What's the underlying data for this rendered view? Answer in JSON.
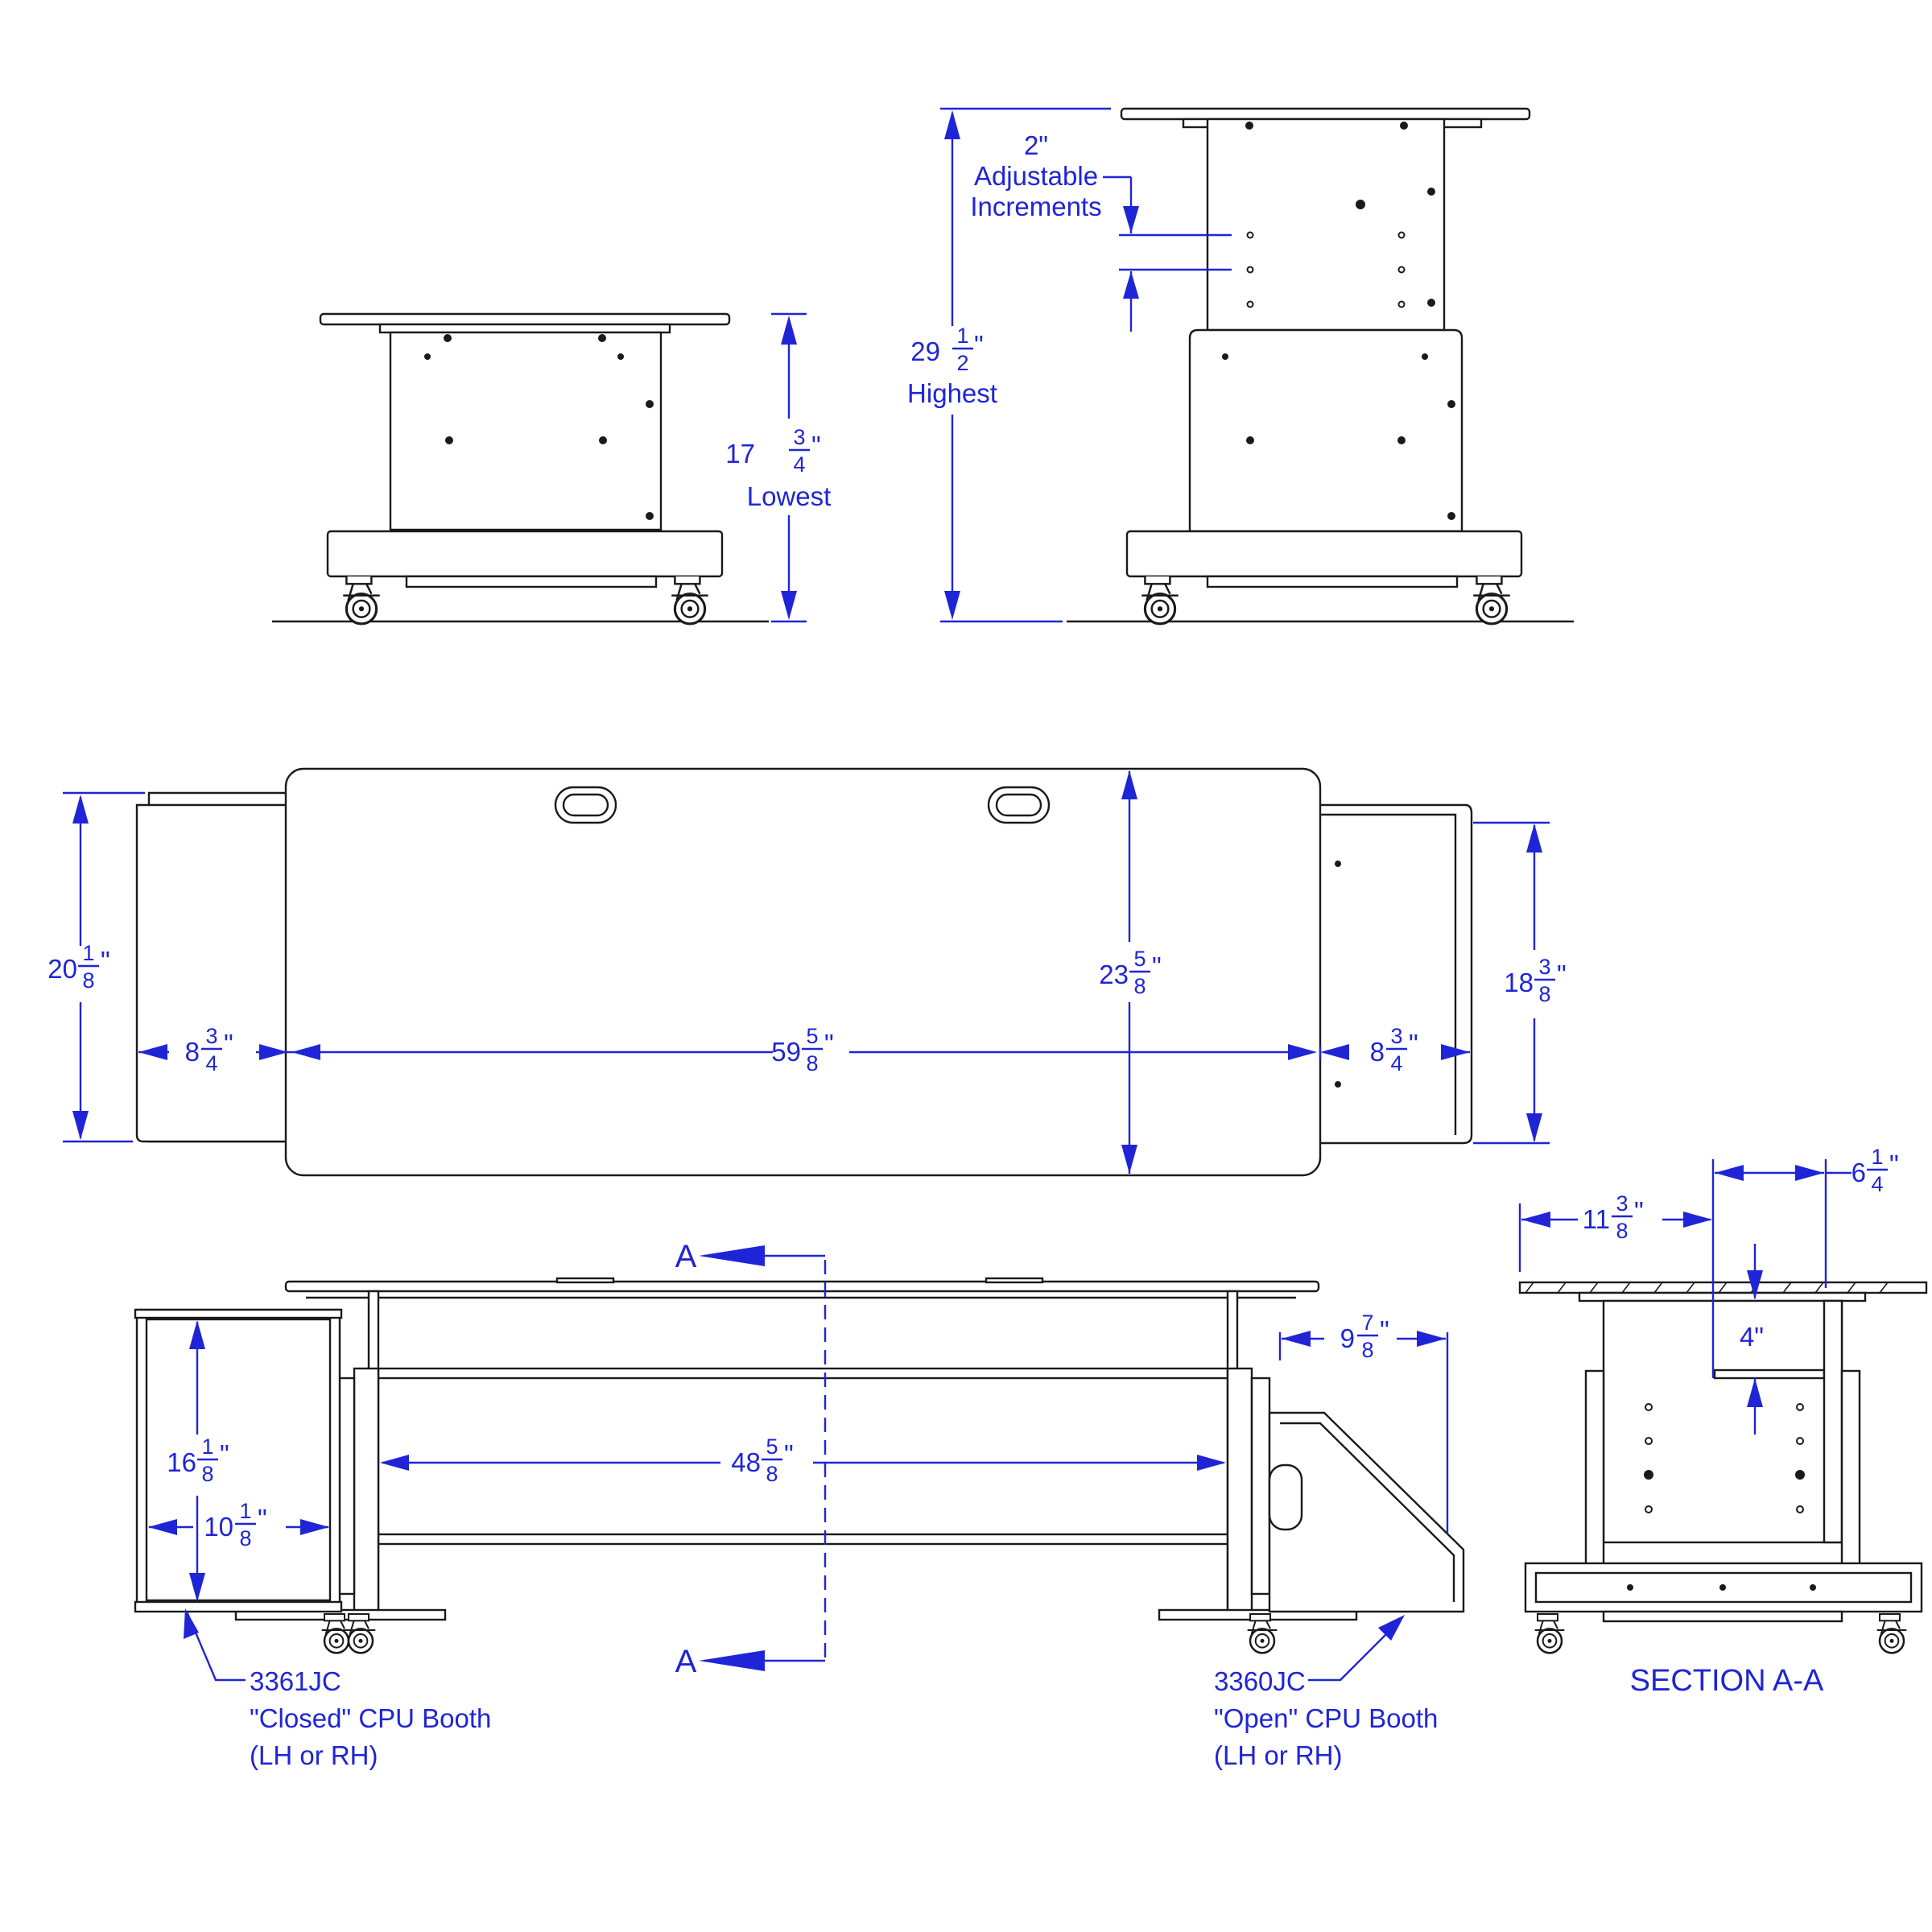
{
  "dimensions": {
    "lowest_height": {
      "whole": "17",
      "num": "3",
      "den": "4",
      "unit": "\"",
      "note": "Lowest"
    },
    "highest_height": {
      "whole": "29",
      "num": "1",
      "den": "2",
      "unit": "\"",
      "note": "Highest"
    },
    "increment": {
      "value": "2\"",
      "line1": "Adjustable",
      "line2": "Increments"
    },
    "overall_depth": {
      "whole": "20",
      "num": "1",
      "den": "8",
      "unit": "\""
    },
    "desk_width": {
      "whole": "59",
      "num": "5",
      "den": "8",
      "unit": "\""
    },
    "desk_depth": {
      "whole": "23",
      "num": "5",
      "den": "8",
      "unit": "\""
    },
    "booth_depth_right": {
      "whole": "18",
      "num": "3",
      "den": "8",
      "unit": "\""
    },
    "booth_width_left": {
      "whole": "8",
      "num": "3",
      "den": "4",
      "unit": "\""
    },
    "booth_width_right": {
      "whole": "8",
      "num": "3",
      "den": "4",
      "unit": "\""
    },
    "inner_width": {
      "whole": "48",
      "num": "5",
      "den": "8",
      "unit": "\""
    },
    "booth_height": {
      "whole": "16",
      "num": "1",
      "den": "8",
      "unit": "\""
    },
    "booth_inner_width": {
      "whole": "10",
      "num": "1",
      "den": "8",
      "unit": "\""
    },
    "open_booth_width": {
      "whole": "9",
      "num": "7",
      "den": "8",
      "unit": "\""
    },
    "section_left": {
      "whole": "11",
      "num": "3",
      "den": "8",
      "unit": "\""
    },
    "section_right": {
      "whole": "6",
      "num": "1",
      "den": "4",
      "unit": "\""
    },
    "section_drop": {
      "value": "4\""
    }
  },
  "section_marker": "A",
  "section_title": "SECTION A-A",
  "callouts": {
    "closed_booth": {
      "model": "3361JC",
      "name": "\"Closed\" CPU Booth",
      "side": "(LH or RH)"
    },
    "open_booth": {
      "model": "3360JC",
      "name": "\"Open\" CPU Booth",
      "side": "(LH or RH)"
    }
  },
  "colors": {
    "dimension": "#1f25d6",
    "line": "#1a1a1a"
  }
}
